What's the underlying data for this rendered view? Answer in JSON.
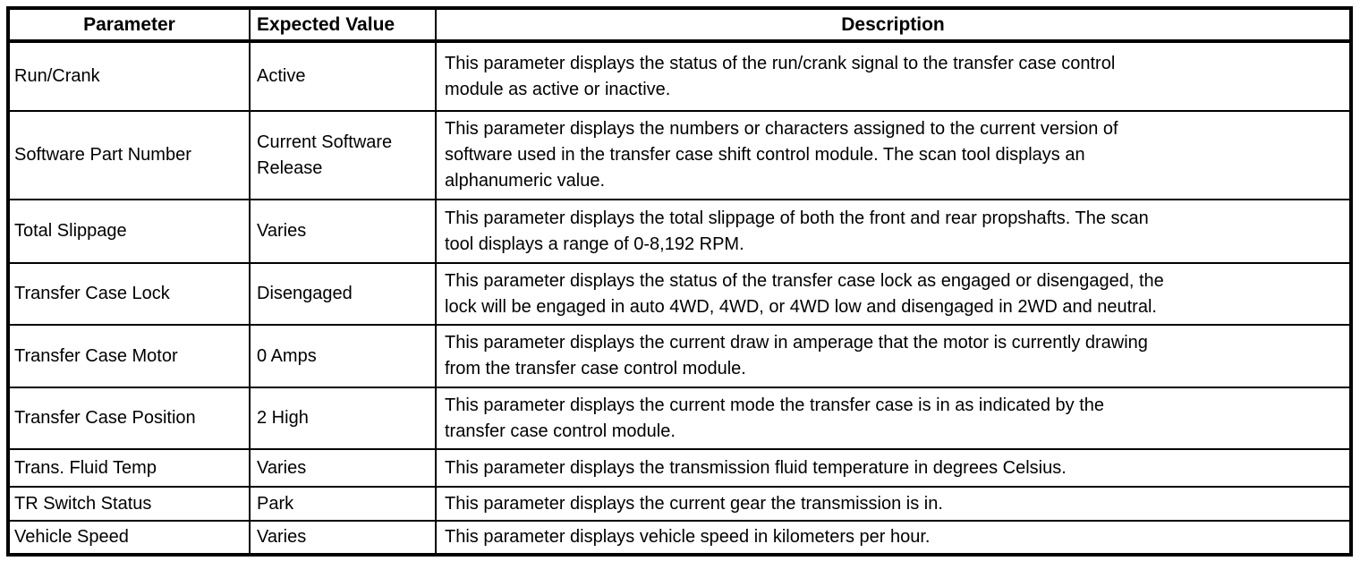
{
  "table": {
    "header": {
      "parameter": "Parameter",
      "expected_value": "Expected Value",
      "description": "Description"
    },
    "rows": [
      {
        "parameter": "Run/Crank",
        "expected_value": "Active",
        "description": "This parameter displays the status of the run/crank signal to the transfer case control\nmodule as active or inactive."
      },
      {
        "parameter": "Software Part Number",
        "expected_value": "Current Software\nRelease",
        "description": "This parameter displays the numbers or characters assigned to the current version of\nsoftware used in the transfer case shift control module. The scan tool displays an\nalphanumeric value."
      },
      {
        "parameter": "Total Slippage",
        "expected_value": "Varies",
        "description": "This parameter displays the total slippage of both the front and rear propshafts. The scan\ntool displays a range of 0-8,192 RPM."
      },
      {
        "parameter": "Transfer Case Lock",
        "expected_value": "Disengaged",
        "description": "This parameter displays the status of the transfer case lock as engaged or disengaged, the\nlock will be engaged in auto 4WD, 4WD, or 4WD low and disengaged in 2WD and neutral."
      },
      {
        "parameter": "Transfer Case Motor",
        "expected_value": "0 Amps",
        "description": "This parameter displays the current draw in amperage that the motor is currently drawing\nfrom the transfer case control module."
      },
      {
        "parameter": "Transfer Case Position",
        "expected_value": "2 High",
        "description": "This parameter displays the current mode the transfer case is in as indicated by the\ntransfer case control module."
      },
      {
        "parameter": "Trans. Fluid Temp",
        "expected_value": "Varies",
        "description": "This parameter displays the transmission fluid temperature in degrees Celsius."
      },
      {
        "parameter": "TR Switch Status",
        "expected_value": "Park",
        "description": "This parameter displays the current gear the transmission is in."
      },
      {
        "parameter": "Vehicle Speed",
        "expected_value": "Varies",
        "description": "This parameter displays vehicle speed in kilometers per hour."
      }
    ]
  }
}
